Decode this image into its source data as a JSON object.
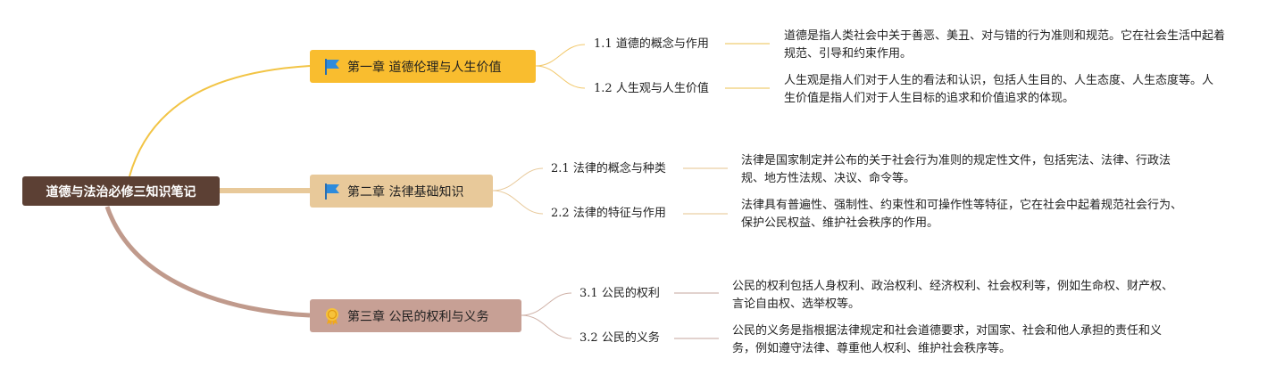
{
  "root": {
    "title": "道德与法治必修三知识笔记"
  },
  "chapters": [
    {
      "title": "第一章 道德伦理与人生价值",
      "icon": "blue-flag-icon",
      "color": "#f9bd2f",
      "topics": [
        {
          "num": "1.1",
          "label": "道德的概念与作用",
          "note": "道德是指人类社会中关于善恶、美丑、对与错的行为准则和规范。它在社会生活中起着规范、引导和约束作用。"
        },
        {
          "num": "1.2",
          "label": "人生观与人生价值",
          "note": "人生观是指人们对于人生的看法和认识，包括人生目的、人生态度、人生态度等。人生价值是指人们对于人生目标的追求和价值追求的体现。"
        }
      ]
    },
    {
      "title": "第二章 法律基础知识",
      "icon": "blue-flag-icon",
      "color": "#e8c99a",
      "topics": [
        {
          "num": "2.1",
          "label": "法律的概念与种类",
          "note": "法律是国家制定并公布的关于社会行为准则的规定性文件，包括宪法、法律、行政法规、地方性法规、决议、命令等。"
        },
        {
          "num": "2.2",
          "label": "法律的特征与作用",
          "note": "法律具有普遍性、强制性、约束性和可操作性等特征，它在社会中起着规范社会行为、保护公民权益、维护社会秩序的作用。"
        }
      ]
    },
    {
      "title": "第三章 公民的权利与义务",
      "icon": "award-medal-icon",
      "color": "#c7a095",
      "topics": [
        {
          "num": "3.1",
          "label": "公民的权利",
          "note": "公民的权利包括人身权利、政治权利、经济权利、社会权利等，例如生命权、财产权、言论自由权、选举权等。"
        },
        {
          "num": "3.2",
          "label": "公民的义务",
          "note": "公民的义务是指根据法律规定和社会道德要求，对国家、社会和他人承担的责任和义务，例如遵守法律、尊重他人权利、维护社会秩序等。"
        }
      ]
    }
  ]
}
